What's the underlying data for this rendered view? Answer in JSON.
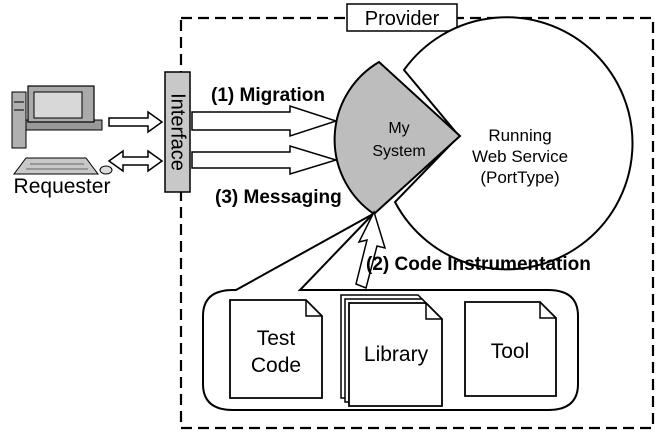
{
  "provider": {
    "label": "Provider"
  },
  "requester": {
    "label": "Requester",
    "icon": "desktop-computer-icon"
  },
  "interface": {
    "label": "Interface"
  },
  "my_system": {
    "line1": "My",
    "line2": "System"
  },
  "web_service": {
    "line1": "Running",
    "line2": "Web Service",
    "line3": "(PortType)"
  },
  "arrows": {
    "migration": "(1) Migration",
    "messaging": "(3) Messaging",
    "instrumentation": "(2) Code Instrumentation"
  },
  "components": {
    "test_code": {
      "line1": "Test",
      "line2": "Code"
    },
    "library": {
      "label": "Library"
    },
    "tool": {
      "label": "Tool"
    }
  },
  "colors": {
    "gray_fill": "#bdbdbd",
    "interface_fill": "#c8c8c8",
    "stroke": "#000000",
    "background": "#ffffff"
  }
}
